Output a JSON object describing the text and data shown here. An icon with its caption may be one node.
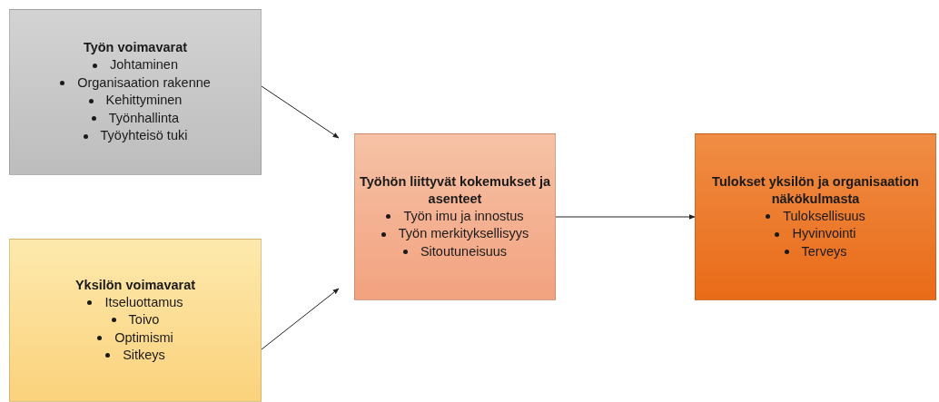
{
  "diagram": {
    "nodes": [
      {
        "text": [
          "Työn voimavarat",
          "Johtaminen",
          "Organisaation rakenne",
          "Kehittyminen",
          "Työnhallinta",
          "Työyhteisö tuki"
        ]
      },
      {
        "text": [
          "Yksilön voimavarat",
          "Itseluottamus",
          "Toivo",
          "Optimismi",
          "Sitkeys"
        ]
      },
      {
        "text": [
          "Työhön liittyvät kokemukset ja asenteet",
          "Työn imu ja innostus",
          "Työn merkityksellisyys",
          "Sitoutuneisuus"
        ]
      },
      {
        "text": [
          "Tulokset yksilön ja organisaation näkökulmasta",
          "Tuloksellisuus",
          "Hyvinvointi",
          "Terveys"
        ]
      }
    ],
    "edges": [
      {
        "from": 0,
        "to": 2,
        "arrow": "to"
      },
      {
        "from": 1,
        "to": 2,
        "arrow": "to"
      },
      {
        "from": 2,
        "to": 3,
        "arrow": "to"
      }
    ]
  }
}
